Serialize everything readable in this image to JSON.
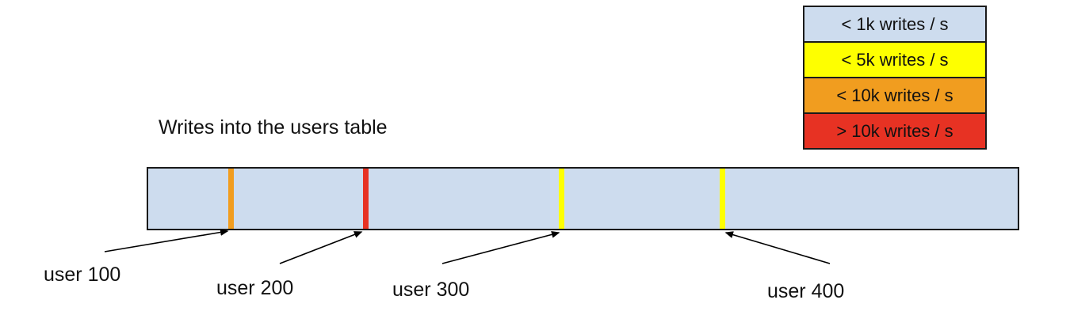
{
  "title": "Writes into the users table",
  "legend": {
    "items": [
      {
        "label": "< 1k writes / s",
        "color": "#cddcee"
      },
      {
        "label": "< 5k writes / s",
        "color": "#feff00"
      },
      {
        "label": "< 10k writes / s",
        "color": "#f19d1f"
      },
      {
        "label": "> 10k writes / s",
        "color": "#e73223"
      }
    ]
  },
  "table_bar": {
    "description": "keyspace of the users table",
    "base_color": "#cddcee",
    "border_color": "#1a1a1a",
    "hotspots": [
      {
        "user": "user 100",
        "rate": "< 10k writes / s",
        "color": "#f19d1f",
        "position_fraction": 0.095
      },
      {
        "user": "user 200",
        "rate": "> 10k writes / s",
        "color": "#e73223",
        "position_fraction": 0.25
      },
      {
        "user": "user 300",
        "rate": "< 5k writes / s",
        "color": "#feff00",
        "position_fraction": 0.475
      },
      {
        "user": "user 400",
        "rate": "< 5k writes / s",
        "color": "#feff00",
        "position_fraction": 0.66
      }
    ]
  },
  "arrow_color": "#000000"
}
